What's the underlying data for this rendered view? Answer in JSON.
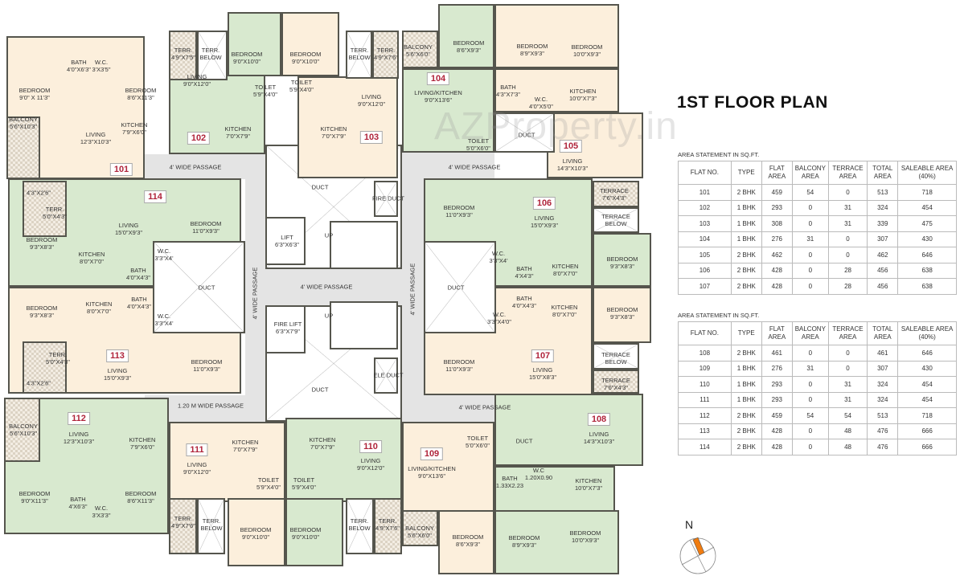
{
  "title": "1ST FLOOR PLAN",
  "watermark": "AZProperty.in",
  "colors": {
    "flat_green": "#d8e9cf",
    "flat_cream": "#fcefdc",
    "passage": "#e4e4e4",
    "wall": "#55554d",
    "badge_text": "#b0243b",
    "compass_needle": "#f07c10"
  },
  "compass": {
    "label": "N",
    "icon": "north-arrow-icon"
  },
  "plan": {
    "common": [
      {
        "name": "4' WIDE PASSAGE"
      },
      {
        "name": "4' WIDE PASSAGE"
      },
      {
        "name": "4' WIDE PASSAGE"
      },
      {
        "name": "4' WIDE PASSAGE"
      },
      {
        "name": "4' WIDE PASSAGE"
      },
      {
        "name": "1.20 M WIDE PASSAGE"
      },
      {
        "name": "4' WIDE PASSAGE"
      },
      {
        "name": "DUCT"
      },
      {
        "name": "FIRE DUCT"
      },
      {
        "name": "LIFT",
        "dim": "6'3\"X6'3\""
      },
      {
        "name": "UP"
      },
      {
        "name": "FIRE LIFT",
        "dim": "6'3\"X7'9\""
      },
      {
        "name": "UP"
      },
      {
        "name": "ELE DUCT"
      },
      {
        "name": "DUCT"
      },
      {
        "name": "DUCT"
      },
      {
        "name": "DUCT"
      },
      {
        "name": "DUCT"
      },
      {
        "name": "DUCT"
      }
    ],
    "flats": [
      {
        "number": "101",
        "rooms": [
          {
            "name": "BEDROOM",
            "dim": "9'0\" X 11'3\""
          },
          {
            "name": "BATH",
            "dim": "4'0\"X6'3\""
          },
          {
            "name": "W.C.",
            "dim": "3'X3'5\""
          },
          {
            "name": "BEDROOM",
            "dim": "8'6\"X11'3\""
          },
          {
            "name": "BALCONY",
            "dim": "5'6\"X10'3\""
          },
          {
            "name": "LIVING",
            "dim": "12'3\"X10'3\""
          },
          {
            "name": "KITCHEN",
            "dim": "7'9\"X6'0\""
          }
        ]
      },
      {
        "number": "102",
        "rooms": [
          {
            "name": "TERR.",
            "dim": "4'9\"X7'5\""
          },
          {
            "name": "TERR.",
            "dim": "BELOW"
          },
          {
            "name": "BEDROOM",
            "dim": "9'0\"X10'0\""
          },
          {
            "name": "LIVING",
            "dim": "9'0\"X12'0\""
          },
          {
            "name": "KITCHEN",
            "dim": "7'0\"X7'9\""
          },
          {
            "name": "TOILET",
            "dim": "5'9\"X4'0\""
          }
        ]
      },
      {
        "number": "103",
        "rooms": [
          {
            "name": "BEDROOM",
            "dim": "9'0\"X10'0\""
          },
          {
            "name": "TOILET",
            "dim": "5'9\"X4'0\""
          },
          {
            "name": "TERR.",
            "dim": "BELOW"
          },
          {
            "name": "TERR.",
            "dim": "4'9\"X7'6\""
          },
          {
            "name": "LIVING",
            "dim": "9'0\"X12'0\""
          },
          {
            "name": "KITCHEN",
            "dim": "7'0\"X7'9\""
          }
        ]
      },
      {
        "number": "104",
        "rooms": [
          {
            "name": "BALCONY",
            "dim": "5'6\"X6'0\""
          },
          {
            "name": "BEDROOM",
            "dim": "8'6\"X9'3\""
          },
          {
            "name": "LIVING/KITCHEN",
            "dim": "9'0\"X13'6\""
          },
          {
            "name": "TOILET",
            "dim": "5'0\"X6'0\""
          }
        ]
      },
      {
        "number": "105",
        "rooms": [
          {
            "name": "BEDROOM",
            "dim": "8'9\"X9'3\""
          },
          {
            "name": "BEDROOM",
            "dim": "10'0\"X9'3\""
          },
          {
            "name": "BATH",
            "dim": "4'3\"X7'3\""
          },
          {
            "name": "W.C.",
            "dim": "4'0\"X5'0\""
          },
          {
            "name": "KITCHEN",
            "dim": "10'0\"X7'3\""
          },
          {
            "name": "LIVING",
            "dim": "14'3\"X10'3\""
          }
        ]
      },
      {
        "number": "106",
        "rooms": [
          {
            "name": "BEDROOM",
            "dim": "11'0\"X9'3\""
          },
          {
            "name": "LIVING",
            "dim": "15'0\"X9'3\""
          },
          {
            "name": "TERRACE",
            "dim": "7'6\"X4'3\""
          },
          {
            "name": "TERRACE",
            "dim": "BELOW"
          },
          {
            "name": "W.C.",
            "dim": "3'3\"X4'"
          },
          {
            "name": "BATH",
            "dim": "4'X4'3\""
          },
          {
            "name": "KITCHEN",
            "dim": "8'0\"X7'0\""
          },
          {
            "name": "BEDROOM",
            "dim": "9'3\"X8'3\""
          }
        ]
      },
      {
        "number": "107",
        "rooms": [
          {
            "name": "BATH",
            "dim": "4'0\"X4'3\""
          },
          {
            "name": "W.C.",
            "dim": "3'3\"X4'0\""
          },
          {
            "name": "KITCHEN",
            "dim": "8'0\"X7'0\""
          },
          {
            "name": "BEDROOM",
            "dim": "9'3\"X8'3\""
          },
          {
            "name": "LIVING",
            "dim": "15'0\"X8'3\""
          },
          {
            "name": "BEDROOM",
            "dim": "11'0\"X9'3\""
          },
          {
            "name": "TERRACE",
            "dim": "BELOW"
          },
          {
            "name": "TERRACE",
            "dim": "7'6\"X4'3\""
          }
        ]
      },
      {
        "number": "108",
        "rooms": [
          {
            "name": "LIVING",
            "dim": "14'3\"X10'3\""
          },
          {
            "name": "KITCHEN",
            "dim": "10'0\"X7'3\""
          },
          {
            "name": "BEDROOM",
            "dim": "8'9\"X9'3\""
          },
          {
            "name": "BEDROOM",
            "dim": "10'0\"X9'3\""
          }
        ]
      },
      {
        "number": "109",
        "rooms": [
          {
            "name": "LIVING/KITCHEN",
            "dim": "9'0\"X13'6\""
          },
          {
            "name": "TOILET",
            "dim": "5'0\"X6'0\""
          },
          {
            "name": "BATH",
            "dim": "1.33X2.23"
          },
          {
            "name": "W.C",
            "dim": "1.20X0.90"
          },
          {
            "name": "BALCONY",
            "dim": "5'6\"X6'0\""
          },
          {
            "name": "BEDROOM",
            "dim": "8'6\"X9'3\""
          }
        ]
      },
      {
        "number": "110",
        "rooms": [
          {
            "name": "KITCHEN",
            "dim": "7'0\"X7'9\""
          },
          {
            "name": "LIVING",
            "dim": "9'0\"X12'0\""
          },
          {
            "name": "TOILET",
            "dim": "5'9\"X4'0\""
          },
          {
            "name": "BEDROOM",
            "dim": "9'0\"X10'0\""
          },
          {
            "name": "TERR.",
            "dim": "BELOW"
          },
          {
            "name": "TERR.",
            "dim": "4'9\"X7'6\""
          }
        ]
      },
      {
        "number": "111",
        "rooms": [
          {
            "name": "LIVING",
            "dim": "9'0\"X12'0\""
          },
          {
            "name": "KITCHEN",
            "dim": "7'0\"X7'9\""
          },
          {
            "name": "TOILET",
            "dim": "5'9\"X4'0\""
          },
          {
            "name": "TERR.",
            "dim": "4'9\"X7'6\""
          },
          {
            "name": "TERR.",
            "dim": "BELOW"
          },
          {
            "name": "BEDROOM",
            "dim": "9'0\"X10'0\""
          }
        ]
      },
      {
        "number": "112",
        "rooms": [
          {
            "name": "BALCONY",
            "dim": "5'6\"X10'3\""
          },
          {
            "name": "LIVING",
            "dim": "12'3\"X10'3\""
          },
          {
            "name": "KITCHEN",
            "dim": "7'9\"X6'0\""
          },
          {
            "name": "BEDROOM",
            "dim": "9'0\"X11'3\""
          },
          {
            "name": "BATH",
            "dim": "4'X6'3\""
          },
          {
            "name": "W.C.",
            "dim": "3'X3'3\""
          },
          {
            "name": "BEDROOM",
            "dim": "8'6\"X11'3\""
          }
        ]
      },
      {
        "number": "113",
        "rooms": [
          {
            "name": "BEDROOM",
            "dim": "9'3\"X8'3\""
          },
          {
            "name": "KITCHEN",
            "dim": "8'0\"X7'0\""
          },
          {
            "name": "BATH",
            "dim": "4'0\"X4'3\""
          },
          {
            "name": "W.C.",
            "dim": "3'3\"X4'"
          },
          {
            "name": "TERR.",
            "dim": "5'0\"X4'3\""
          },
          {
            "name": "LIVING",
            "dim": "15'0\"X9'3\""
          },
          {
            "name": "BEDROOM",
            "dim": "11'0\"X9'3\""
          },
          {
            "name": "",
            "dim": "4'3\"X2'6\""
          }
        ]
      },
      {
        "number": "114",
        "rooms": [
          {
            "name": "",
            "dim": "4'3\"X2'6\""
          },
          {
            "name": "TERR.",
            "dim": "5'0\"X4'3\""
          },
          {
            "name": "LIVING",
            "dim": "15'0\"X9'3\""
          },
          {
            "name": "BEDROOM",
            "dim": "11'0\"X9'3\""
          },
          {
            "name": "BEDROOM",
            "dim": "9'3\"X8'3\""
          },
          {
            "name": "KITCHEN",
            "dim": "8'0\"X7'0\""
          },
          {
            "name": "W.C.",
            "dim": "3'3\"X4'"
          },
          {
            "name": "BATH",
            "dim": "4'0\"X4'3\""
          }
        ]
      }
    ]
  },
  "tables": [
    {
      "caption": "AREA STATEMENT IN SQ.FT.",
      "headers": [
        "FLAT NO.",
        "TYPE",
        "FLAT AREA",
        "BALCONY AREA",
        "TERRACE AREA",
        "TOTAL AREA",
        "SALEABLE AREA (40%)"
      ],
      "rows": [
        [
          "101",
          "2 BHK",
          "459",
          "54",
          "0",
          "513",
          "718"
        ],
        [
          "102",
          "1 BHK",
          "293",
          "0",
          "31",
          "324",
          "454"
        ],
        [
          "103",
          "1 BHK",
          "308",
          "0",
          "31",
          "339",
          "475"
        ],
        [
          "104",
          "1 BHK",
          "276",
          "31",
          "0",
          "307",
          "430"
        ],
        [
          "105",
          "2 BHK",
          "462",
          "0",
          "0",
          "462",
          "646"
        ],
        [
          "106",
          "2 BHK",
          "428",
          "0",
          "28",
          "456",
          "638"
        ],
        [
          "107",
          "2 BHK",
          "428",
          "0",
          "28",
          "456",
          "638"
        ]
      ]
    },
    {
      "caption": "AREA STATEMENT IN SQ.FT.",
      "headers": [
        "FLAT NO.",
        "TYPE",
        "FLAT AREA",
        "BALCONY AREA",
        "TERRACE AREA",
        "TOTAL AREA",
        "SALEABLE AREA (40%)"
      ],
      "rows": [
        [
          "108",
          "2 BHK",
          "461",
          "0",
          "0",
          "461",
          "646"
        ],
        [
          "109",
          "1 BHK",
          "276",
          "31",
          "0",
          "307",
          "430"
        ],
        [
          "110",
          "1 BHK",
          "293",
          "0",
          "31",
          "324",
          "454"
        ],
        [
          "111",
          "1 BHK",
          "293",
          "0",
          "31",
          "324",
          "454"
        ],
        [
          "112",
          "2 BHK",
          "459",
          "54",
          "54",
          "513",
          "718"
        ],
        [
          "113",
          "2 BHK",
          "428",
          "0",
          "48",
          "476",
          "666"
        ],
        [
          "114",
          "2 BHK",
          "428",
          "0",
          "48",
          "476",
          "666"
        ]
      ]
    }
  ]
}
